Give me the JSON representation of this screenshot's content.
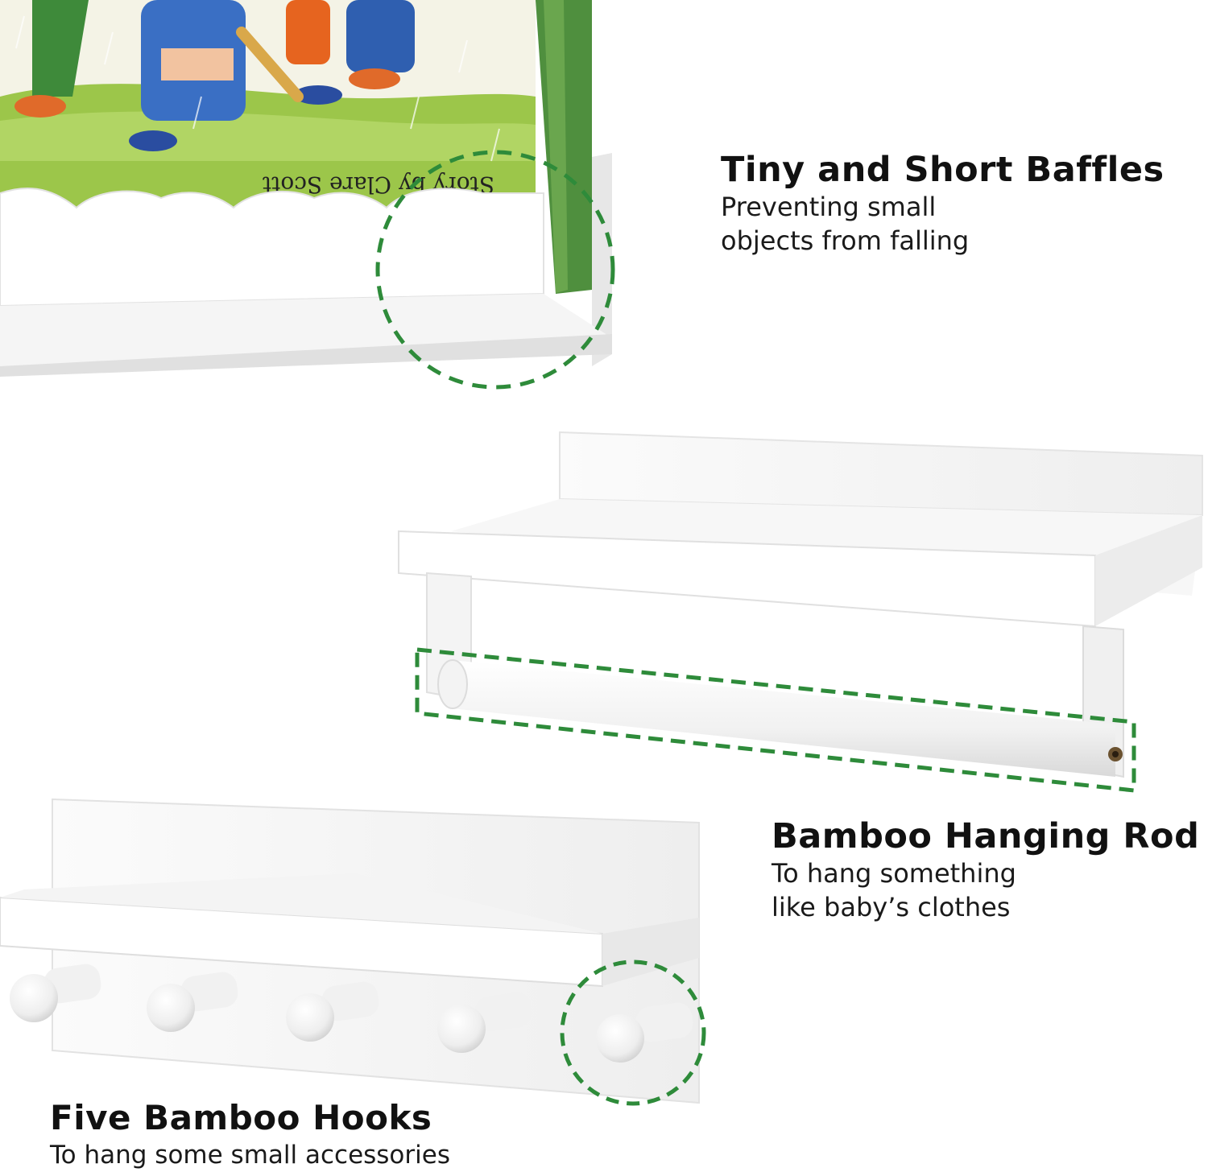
{
  "features": [
    {
      "title": "Tiny and Short Baffles",
      "lines": [
        "Preventing small",
        "objects from falling"
      ]
    },
    {
      "title": "Bamboo Hanging Rod",
      "lines": [
        "To hang something",
        "like baby’s clothes"
      ]
    },
    {
      "title": "Five Bamboo Hooks",
      "lines": [
        "To hang some small accessories"
      ]
    }
  ],
  "book_cover_text": "Story by Clare Scott",
  "highlight_color": "#2e8b3a",
  "hook_count": 5
}
